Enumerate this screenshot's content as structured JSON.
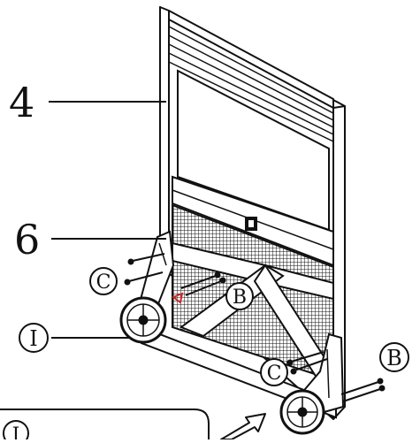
{
  "labels": {
    "part_4": "4",
    "part_6": "6",
    "callout_c_left": "C",
    "callout_b_center": "B",
    "callout_i": "I",
    "callout_c_right": "C",
    "callout_b_right": "B",
    "callout_detail": "I"
  },
  "colors": {
    "ink": "#111111",
    "paper": "#ffffff",
    "highlight": "#cc2a2a"
  }
}
